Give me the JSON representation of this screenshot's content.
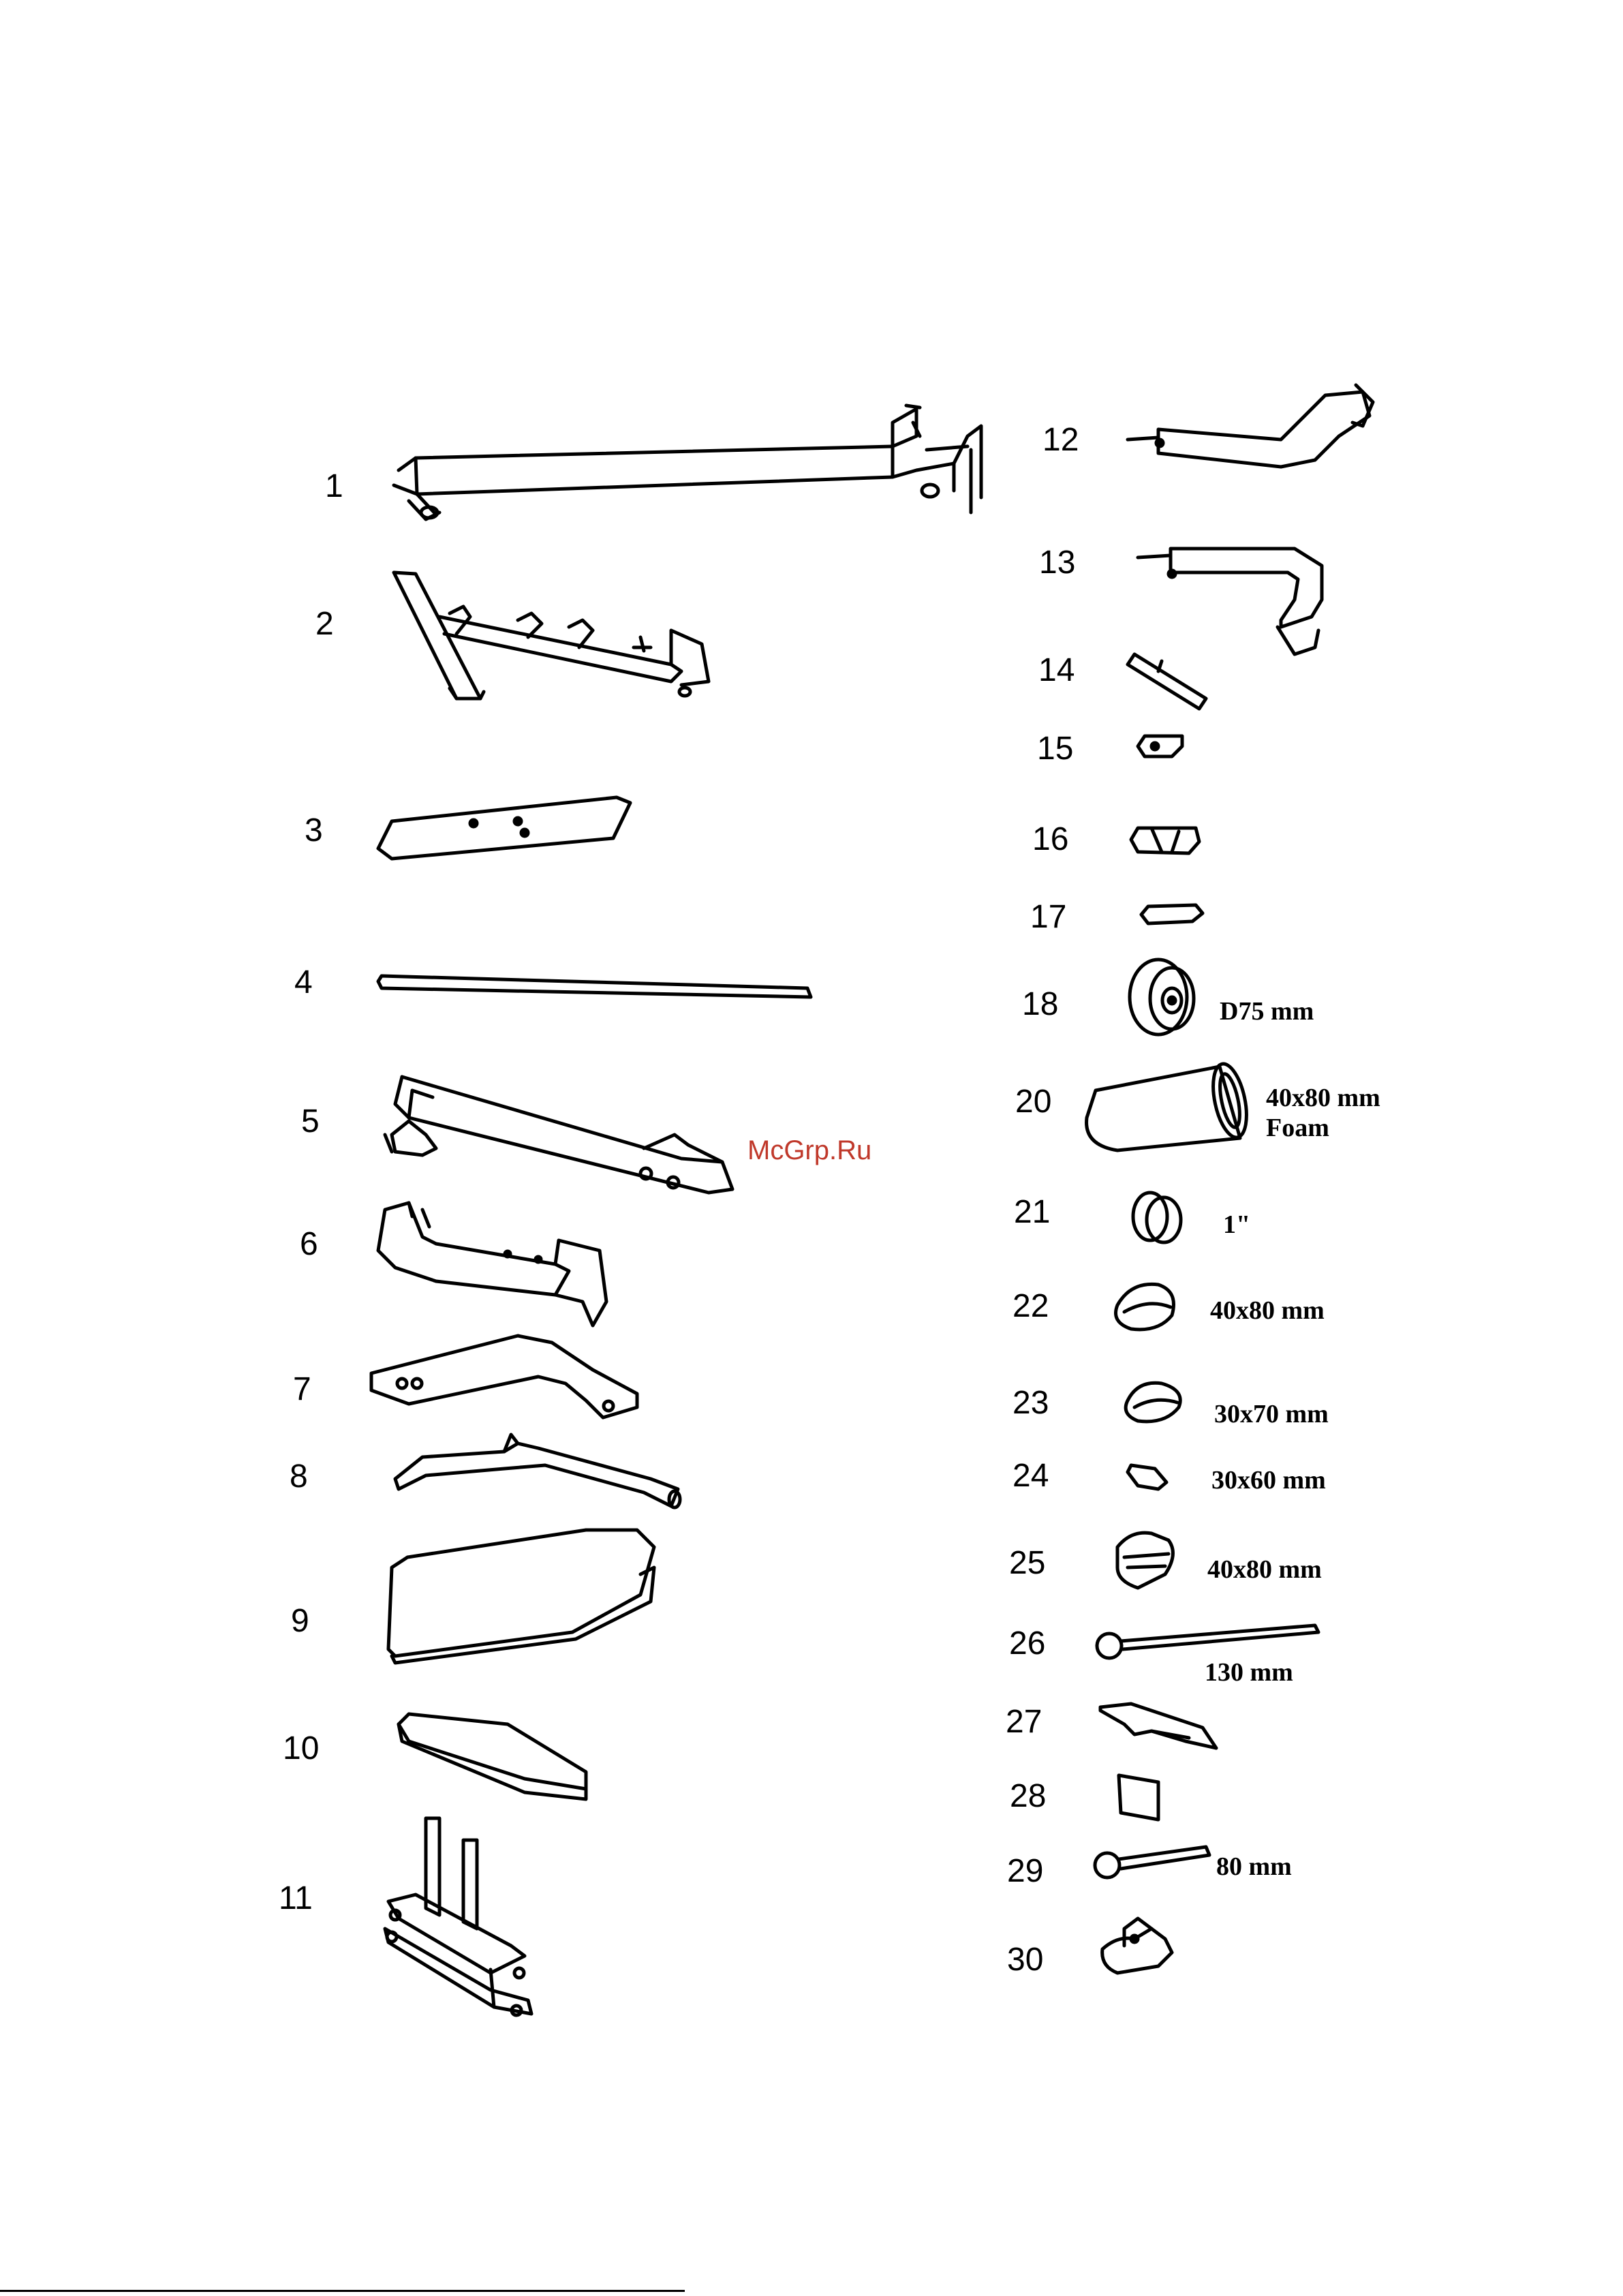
{
  "parts": [
    {
      "n": "1"
    },
    {
      "n": "2"
    },
    {
      "n": "3"
    },
    {
      "n": "4"
    },
    {
      "n": "5"
    },
    {
      "n": "6"
    },
    {
      "n": "7"
    },
    {
      "n": "8"
    },
    {
      "n": "9"
    },
    {
      "n": "10"
    },
    {
      "n": "11"
    },
    {
      "n": "12"
    },
    {
      "n": "13"
    },
    {
      "n": "14"
    },
    {
      "n": "15"
    },
    {
      "n": "16"
    },
    {
      "n": "17"
    },
    {
      "n": "18",
      "label": "D75 mm"
    },
    {
      "n": "20",
      "label": "40x80 mm",
      "label2": "Foam"
    },
    {
      "n": "21",
      "label": "1\""
    },
    {
      "n": "22",
      "label": "40x80 mm"
    },
    {
      "n": "23",
      "label": "30x70 mm"
    },
    {
      "n": "24",
      "label": "30x60 mm"
    },
    {
      "n": "25",
      "label": "40x80 mm"
    },
    {
      "n": "26",
      "label": "130 mm"
    },
    {
      "n": "27"
    },
    {
      "n": "28"
    },
    {
      "n": "29",
      "label": "80 mm"
    },
    {
      "n": "30"
    }
  ],
  "watermark": "McGrp.Ru"
}
